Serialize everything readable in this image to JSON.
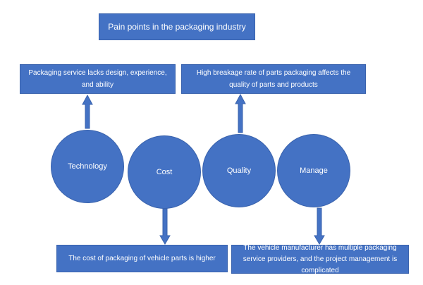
{
  "title": "Pain points in the packaging industry",
  "top_boxes": [
    "Packaging service lacks design, experience, and ability",
    "High breakage rate of parts packaging affects the quality of parts and products"
  ],
  "circles": [
    "Technology",
    "Cost",
    "Quality",
    "Manage"
  ],
  "bottom_boxes": [
    "The cost of packaging of vehicle parts is higher",
    "The vehicle manufacturer has multiple packaging service providers, and the project management is complicated"
  ],
  "colors": {
    "fill": "#4472c4",
    "border": "#3a63ad",
    "text": "#ffffff"
  }
}
